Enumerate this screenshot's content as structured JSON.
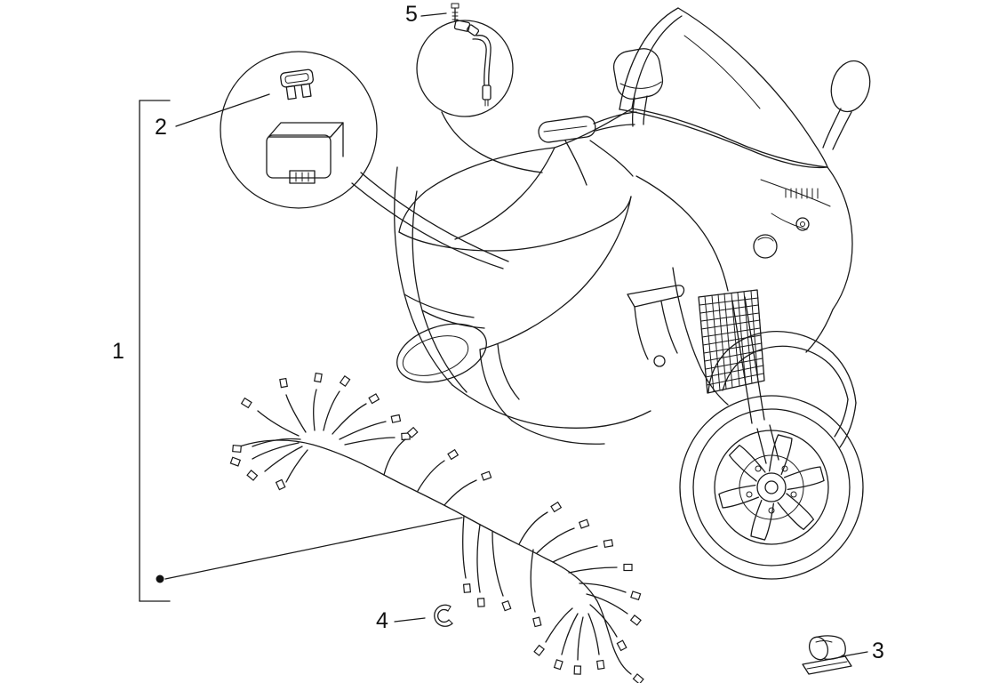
{
  "page": {
    "background_color": "#ffffff",
    "line_color": "#1a1a1a"
  },
  "callouts": {
    "part1": {
      "label": "1"
    },
    "part2": {
      "label": "2"
    },
    "part3": {
      "label": "3"
    },
    "part4": {
      "label": "4"
    },
    "part5": {
      "label": "5"
    }
  }
}
